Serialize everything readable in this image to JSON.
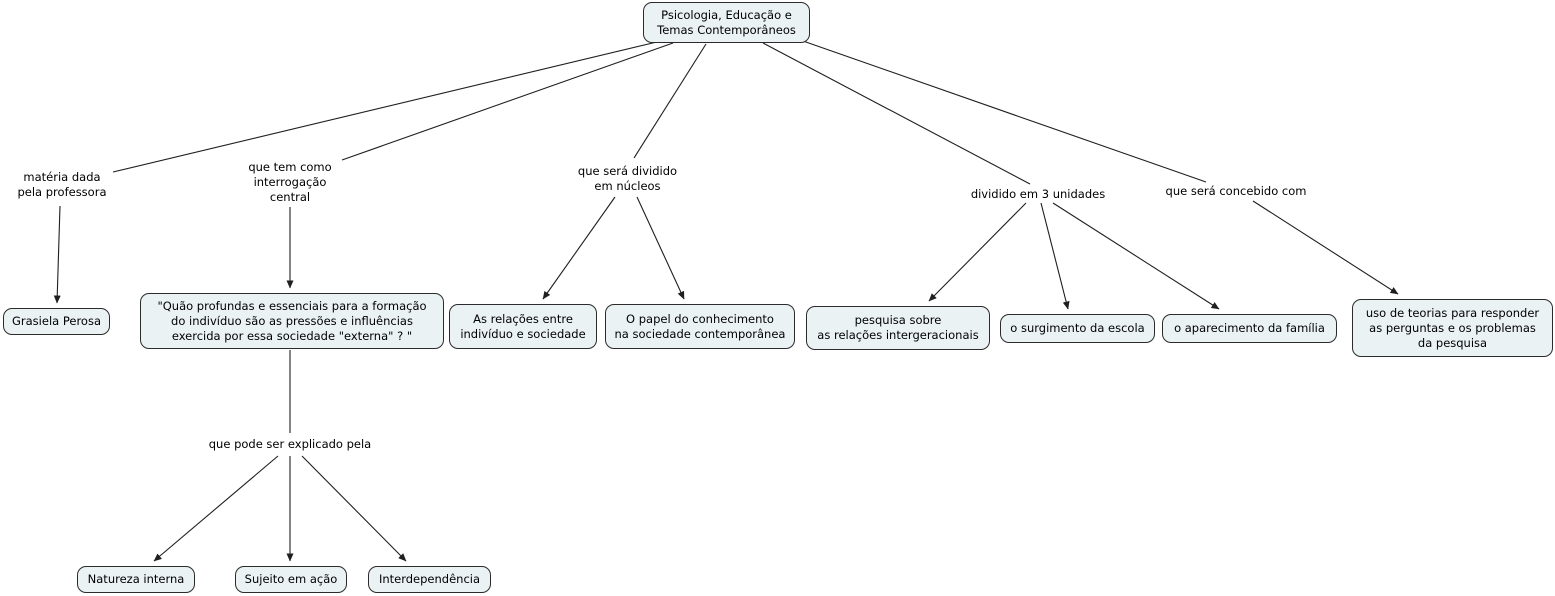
{
  "diagram_title": "Psicologia, Educação e Temas Contemporâneos",
  "colors": {
    "background": "#ffffff",
    "node_fill": "#ebf2f4",
    "node_border": "#2b2b2b",
    "line": "#1f1f1f",
    "text": "#000000"
  },
  "concepts": {
    "root": [
      "Psicologia, Educação e",
      "Temas Contemporâneos"
    ],
    "grasiela": "Grasiela Perosa",
    "questao": [
      "\"Quão profundas e essenciais para a formação",
      "do indivíduo são as pressões e influências",
      "exercida por essa sociedade \"externa\" ? \""
    ],
    "relacoes": [
      "As relações entre",
      "indivíduo e sociedade"
    ],
    "papel": [
      "O papel do conhecimento",
      "na sociedade contemporânea"
    ],
    "pesquisa": [
      "pesquisa sobre",
      "as relações intergeracionais"
    ],
    "escola": "o surgimento da escola",
    "familia": "o aparecimento da família",
    "teorias": [
      "uso de teorias para responder",
      "as perguntas e os problemas",
      "da pesquisa"
    ],
    "natureza": "Natureza interna",
    "sujeito": "Sujeito em ação",
    "interdependencia": "Interdependência"
  },
  "linking_phrases": {
    "materia": [
      "matéria dada",
      "pela professora"
    ],
    "interrogacao": [
      "que tem como",
      "interrogação",
      "central"
    ],
    "nucleos": [
      "que será dividido",
      "em núcleos"
    ],
    "unidades": "dividido em 3 unidades",
    "concebido": "que será concebido com",
    "explicado": "que pode ser explicado pela"
  },
  "edges": [
    {
      "from": "root",
      "to": "materia",
      "arrow": false
    },
    {
      "from": "root",
      "to": "interrogacao",
      "arrow": false
    },
    {
      "from": "root",
      "to": "nucleos",
      "arrow": false
    },
    {
      "from": "root",
      "to": "unidades",
      "arrow": false
    },
    {
      "from": "root",
      "to": "concebido",
      "arrow": false
    },
    {
      "from": "materia",
      "to": "grasiela",
      "arrow": true
    },
    {
      "from": "interrogacao",
      "to": "questao",
      "arrow": true
    },
    {
      "from": "nucleos",
      "to": "relacoes",
      "arrow": true
    },
    {
      "from": "nucleos",
      "to": "papel",
      "arrow": true
    },
    {
      "from": "unidades",
      "to": "pesquisa",
      "arrow": true
    },
    {
      "from": "unidades",
      "to": "escola",
      "arrow": true
    },
    {
      "from": "unidades",
      "to": "familia",
      "arrow": true
    },
    {
      "from": "concebido",
      "to": "teorias",
      "arrow": true
    },
    {
      "from": "questao",
      "to": "explicado",
      "arrow": false
    },
    {
      "from": "explicado",
      "to": "natureza",
      "arrow": true
    },
    {
      "from": "explicado",
      "to": "sujeito",
      "arrow": true
    },
    {
      "from": "explicado",
      "to": "interdependencia",
      "arrow": true
    }
  ]
}
